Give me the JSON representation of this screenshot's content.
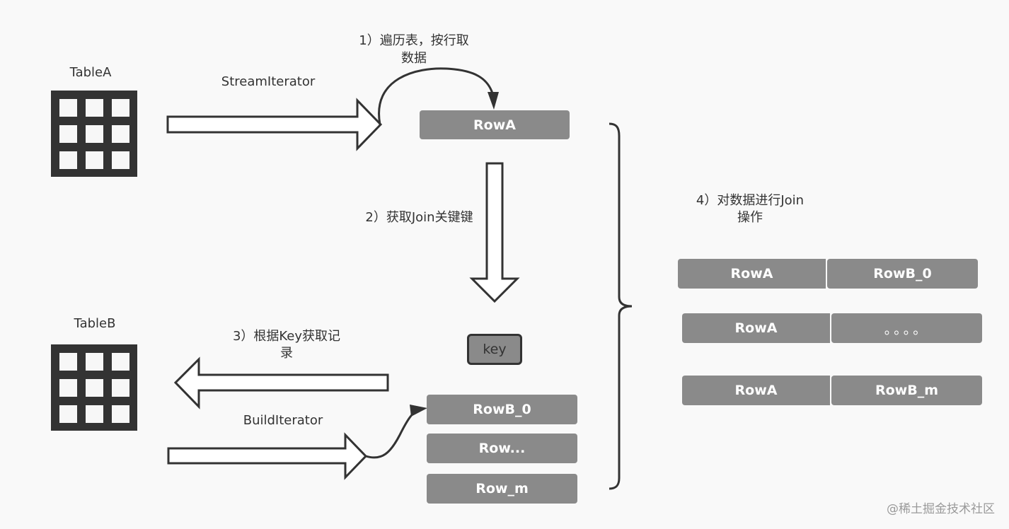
{
  "tables": {
    "table_a": {
      "label": "TableA"
    },
    "table_b": {
      "label": "TableB"
    }
  },
  "iterators": {
    "stream": "StreamIterator",
    "build": "BuildIterator"
  },
  "steps": {
    "step1_line1": "1）遍历表，按行取",
    "step1_line2": "数据",
    "step2": "2）获取Join关键键",
    "step3_line1": "3）根据Key获取记",
    "step3_line2": "录",
    "step4_line1": "4）对数据进行Join",
    "step4_line2": "操作"
  },
  "row_a": "RowA",
  "key": "key",
  "build_rows": [
    "RowB_0",
    "Row...",
    "Row_m"
  ],
  "joined_rows": [
    {
      "left": "RowA",
      "right": "RowB_0"
    },
    {
      "left": "RowA",
      "right": "。。。。"
    },
    {
      "left": "RowA",
      "right": "RowB_m"
    }
  ],
  "watermark": "@稀土掘金技术社区",
  "colors": {
    "background": "#f9f9f9",
    "box_fill": "#8a8a8a",
    "stroke": "#333333",
    "box_text": "#ffffff"
  }
}
